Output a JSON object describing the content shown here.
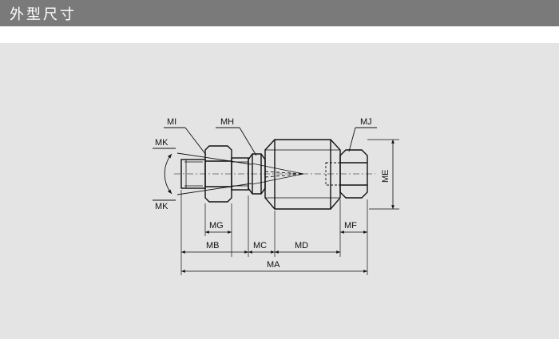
{
  "header": {
    "title": "外型尺寸"
  },
  "diagram": {
    "labels": {
      "mi": "MI",
      "mh": "MH",
      "mj": "MJ",
      "mk_top": "MK",
      "mk_bottom": "MK",
      "me": "ME",
      "mg": "MG",
      "mf": "MF",
      "mb": "MB",
      "mc": "MC",
      "md": "MD",
      "ma": "MA"
    },
    "colors": {
      "header": "#7a7a7a",
      "panel": "#e4e4e4",
      "line": "#111111"
    }
  }
}
